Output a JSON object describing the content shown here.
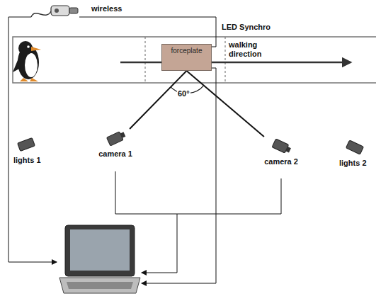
{
  "diagram": {
    "nodes": [
      {
        "text": [
          "forceplate"
        ]
      },
      {
        "text": [
          "camera 1"
        ]
      },
      {
        "text": [
          "camera 2"
        ]
      }
    ],
    "edges": [
      {
        "from": 0,
        "to": 1,
        "arrow": "none"
      },
      {
        "from": 0,
        "to": 2,
        "arrow": "none"
      }
    ],
    "labels": [
      "wireless",
      "LED Synchro",
      "walking direction",
      "60°",
      "lights 1",
      "lights 2"
    ]
  }
}
